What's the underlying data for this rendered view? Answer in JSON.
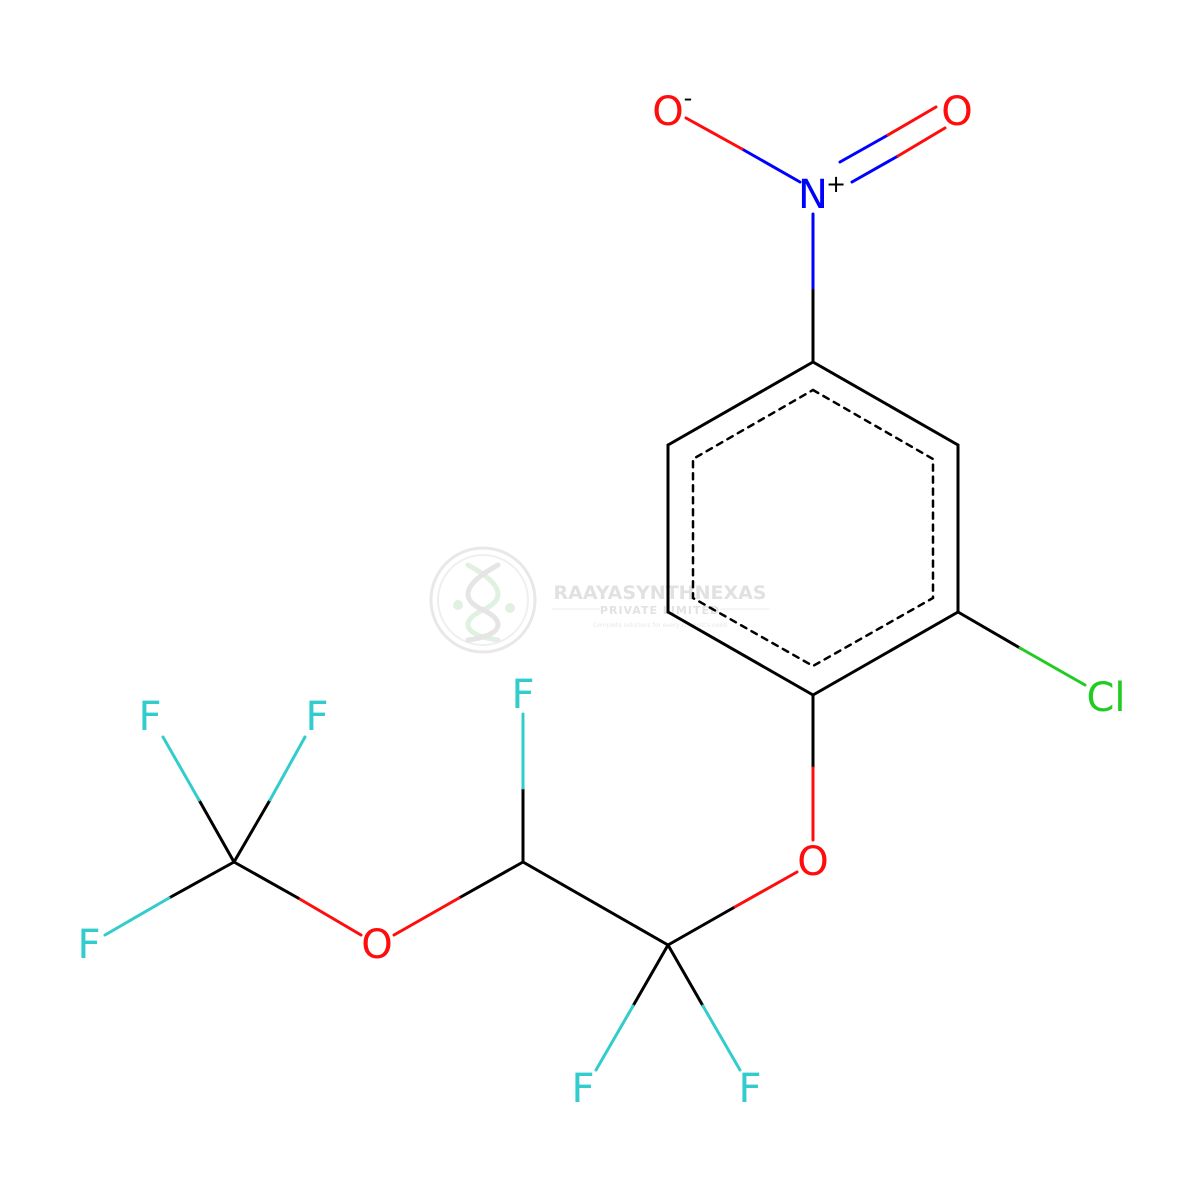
{
  "colors": {
    "carbon_bond": "#000000",
    "oxygen": "#ff0d0d",
    "nitrogen": "#0000ff",
    "fluorine": "#33cccc",
    "chlorine": "#1fcc1f",
    "watermark": "#cccccc"
  },
  "atoms": {
    "o_minus": {
      "symbol": "O",
      "charge": "-"
    },
    "o_double": {
      "symbol": "O"
    },
    "n_plus": {
      "symbol": "N",
      "charge": "+"
    },
    "cl": {
      "symbol": "Cl"
    },
    "o_ether_aryl": {
      "symbol": "O"
    },
    "o_ether_mid": {
      "symbol": "O"
    },
    "f_top_mid": {
      "symbol": "F"
    },
    "f_cf3_left_top": {
      "symbol": "F"
    },
    "f_cf3_right_top": {
      "symbol": "F"
    },
    "f_cf3_left": {
      "symbol": "F"
    },
    "f_bottom_left": {
      "symbol": "F"
    },
    "f_bottom_right": {
      "symbol": "F"
    }
  },
  "watermark": {
    "brand": "RAAYASYNTHNEXAS",
    "subtitle": "PRIVATE LIMITED",
    "tagline": "Complete solutions for every chemist's need",
    "logo_icon": "dna-helix-icon"
  }
}
